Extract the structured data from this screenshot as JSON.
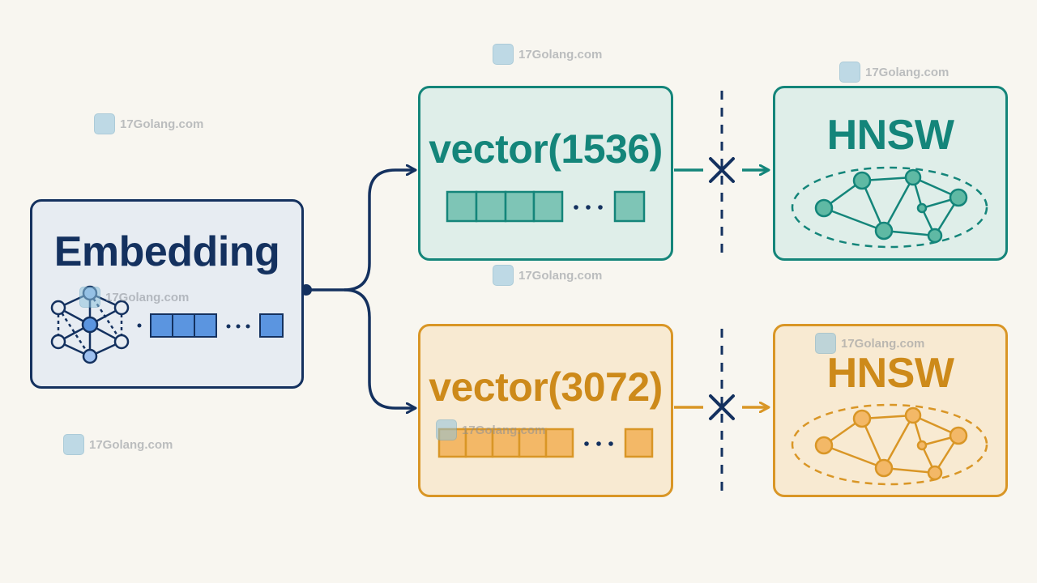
{
  "nodes": {
    "embedding": {
      "label": "Embedding"
    },
    "vector_top": {
      "label": "vector(1536)"
    },
    "vector_bottom": {
      "label": "vector(3072)"
    },
    "hnsw_top": {
      "label": "HNSW"
    },
    "hnsw_bottom": {
      "label": "HNSW"
    }
  },
  "watermark": {
    "text": "17Golang.com"
  },
  "icons": {
    "branch_top": "cross-icon",
    "branch_bottom": "cross-icon",
    "neural_net": "neural-network-icon",
    "graph": "graph-icon"
  },
  "colors": {
    "navy": "#14315f",
    "teal": "#14857a",
    "amber": "#d99626",
    "embedding_fill": "#e7ecf2",
    "teal_fill": "#dfeee9",
    "amber_fill": "#f8ead2",
    "blue_cell": "#5b95e0"
  }
}
